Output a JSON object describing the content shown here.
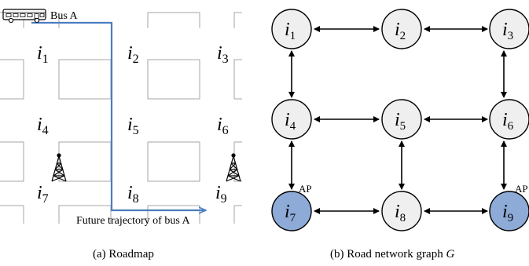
{
  "roadmap": {
    "bus_label": "Bus A",
    "trajectory_label": "Future trajectory of bus A",
    "intersections": [
      {
        "name": "i",
        "sub": "1"
      },
      {
        "name": "i",
        "sub": "2"
      },
      {
        "name": "i",
        "sub": "3"
      },
      {
        "name": "i",
        "sub": "4"
      },
      {
        "name": "i",
        "sub": "5"
      },
      {
        "name": "i",
        "sub": "6"
      },
      {
        "name": "i",
        "sub": "7"
      },
      {
        "name": "i",
        "sub": "8"
      },
      {
        "name": "i",
        "sub": "9"
      }
    ],
    "caption": "(a) Roadmap"
  },
  "graph": {
    "nodes": [
      {
        "name": "i",
        "sub": "1",
        "ap": false
      },
      {
        "name": "i",
        "sub": "2",
        "ap": false
      },
      {
        "name": "i",
        "sub": "3",
        "ap": false
      },
      {
        "name": "i",
        "sub": "4",
        "ap": false
      },
      {
        "name": "i",
        "sub": "5",
        "ap": false
      },
      {
        "name": "i",
        "sub": "6",
        "ap": false
      },
      {
        "name": "i",
        "sub": "7",
        "ap": true
      },
      {
        "name": "i",
        "sub": "8",
        "ap": false
      },
      {
        "name": "i",
        "sub": "9",
        "ap": true
      }
    ],
    "ap_label": "AP",
    "caption_prefix": "(b) Road network graph ",
    "caption_var": "G"
  },
  "colors": {
    "node_fill": "#efefef",
    "ap_node_fill": "#8eaad6",
    "trajectory": "#4a7dc0",
    "block_stroke": "#a6a6a6"
  }
}
